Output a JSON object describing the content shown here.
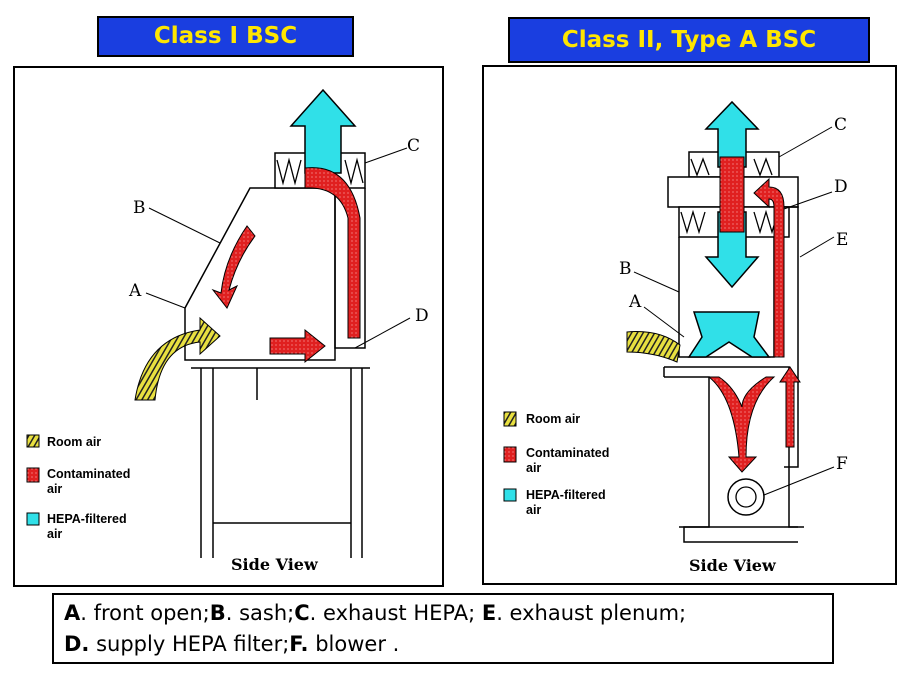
{
  "titles": {
    "left": "Class I BSC",
    "right": "Class II, Type A BSC"
  },
  "left_panel": {
    "labels": [
      "A",
      "B",
      "C",
      "D"
    ],
    "legend": {
      "room_air": "Room air",
      "contaminated_line1": "Contaminated",
      "contaminated_line2": "air",
      "hepa_line1": "HEPA-filtered",
      "hepa_line2": "air"
    },
    "side_view": "Side View"
  },
  "right_panel": {
    "labels": [
      "A",
      "B",
      "C",
      "D",
      "E",
      "F"
    ],
    "legend": {
      "room_air": "Room air",
      "contaminated_line1": "Contaminated",
      "contaminated_line2": "air",
      "hepa_line1": "HEPA-filtered",
      "hepa_line2": "air"
    },
    "side_view": "Side View"
  },
  "caption": {
    "line1": [
      {
        "key": "A",
        "text": ". front open;"
      },
      {
        "key": "B",
        "text": ". sash;"
      },
      {
        "key": "C",
        "text": ". exhaust HEPA; "
      },
      {
        "key": "E",
        "text": ". exhaust plenum;"
      }
    ],
    "line2": [
      {
        "key": "D.",
        "text": " supply HEPA filter;"
      },
      {
        "key": "F.",
        "text": " blower ."
      }
    ]
  },
  "colors": {
    "title_bg": "#1a3ee0",
    "title_text": "#ffe600",
    "room_air": "#e8e040",
    "contaminated": "#e02020",
    "hepa": "#30e0e8"
  }
}
